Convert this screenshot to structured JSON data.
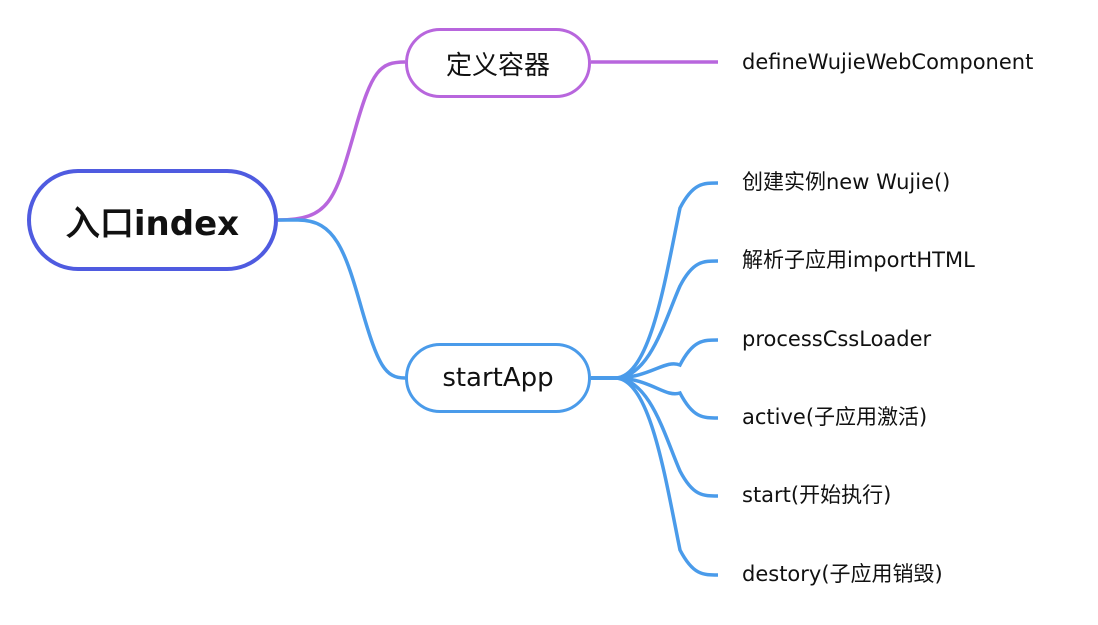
{
  "colors": {
    "root_border": "#4F5BE0",
    "define_branch": "#B866DD",
    "start_branch": "#4A9BEA",
    "text": "#111111",
    "background": "#ffffff"
  },
  "root": {
    "label": "入口index"
  },
  "branches": [
    {
      "label": "定义容器",
      "children": [
        "defineWujieWebComponent"
      ]
    },
    {
      "label": "startApp",
      "children": [
        "创建实例new Wujie()",
        "解析子应用importHTML",
        "processCssLoader",
        "active(子应用激活)",
        "start(开始执行)",
        "destory(子应用销毁)"
      ]
    }
  ]
}
